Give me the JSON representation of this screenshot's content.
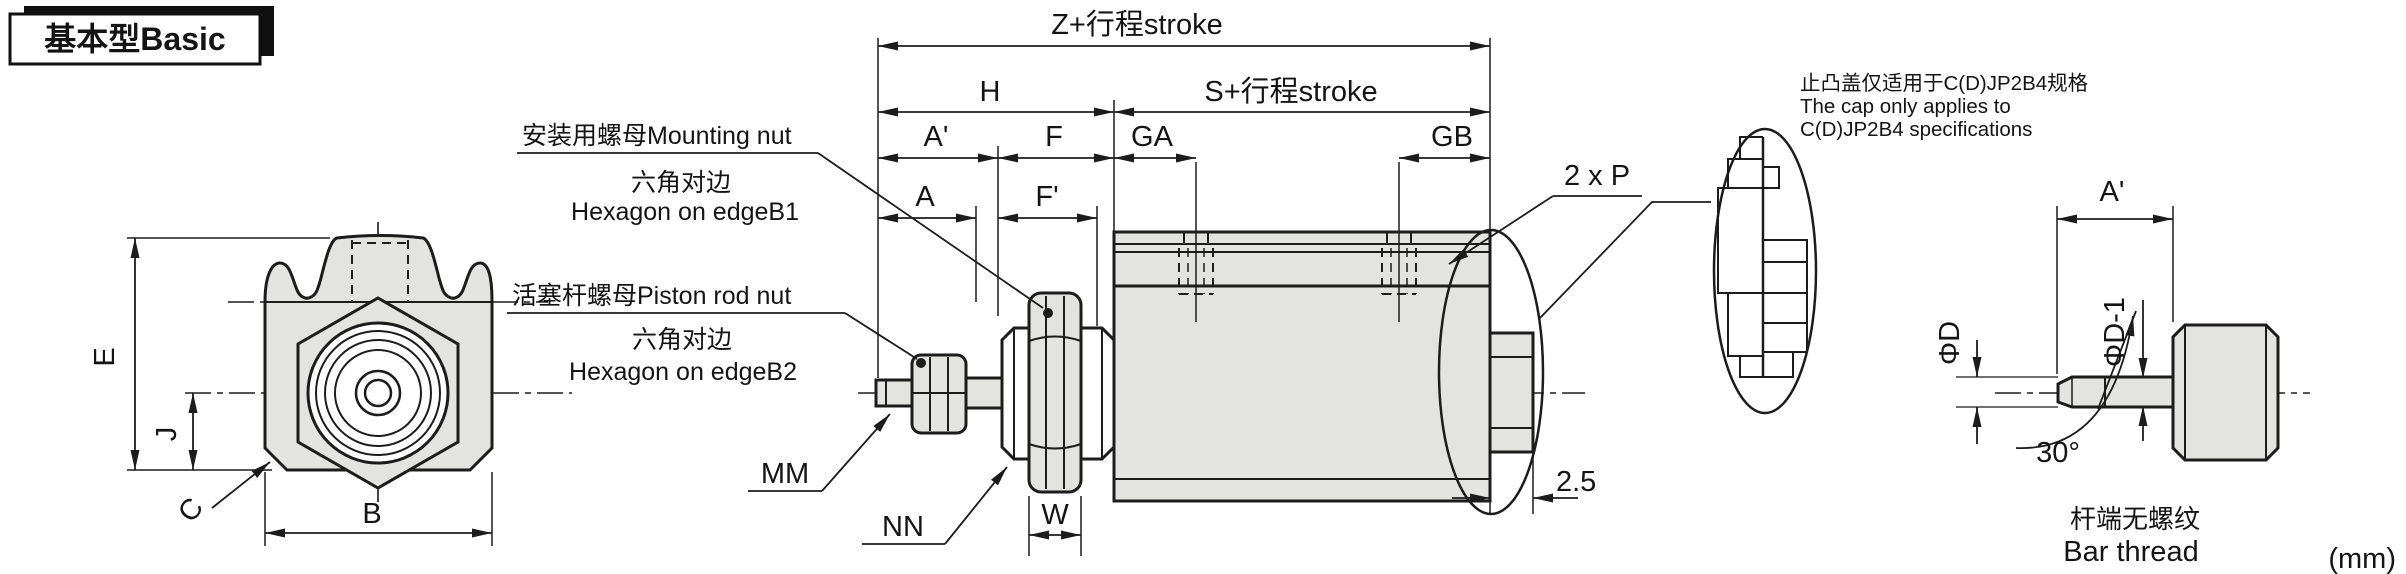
{
  "title": "基本型Basic",
  "unit": "(mm)",
  "dims": {
    "z": "Z+行程stroke",
    "h": "H",
    "s": "S+行程stroke",
    "a_prime": "A'",
    "f": "F",
    "ga": "GA",
    "gb": "GB",
    "a": "A",
    "f_prime": "F'",
    "w": "W",
    "mm": "MM",
    "nn": "NN",
    "two_p": "2 x P",
    "cap_thickness": "2.5",
    "e": "E",
    "j": "J",
    "c": "C",
    "b": "B"
  },
  "callouts": {
    "mounting_nut": "安装用螺母Mounting nut",
    "mounting_hex_cn": "六角对边",
    "mounting_hex_en": "Hexagon on edgeB1",
    "piston_nut": "活塞杆螺母Piston rod nut",
    "piston_hex_cn": "六角对边",
    "piston_hex_en": "Hexagon on edgeB2"
  },
  "cap_note": {
    "line1": "止凸盖仅适用于C(D)JP2B4规格",
    "line2": "The cap only applies to",
    "line3": "C(D)JP2B4 specifications"
  },
  "rod_detail": {
    "a_prime": "A'",
    "d": "ΦD",
    "d1": "ΦD-1",
    "angle": "30°",
    "caption_cn": "杆端无螺纹",
    "caption_en": "Bar thread"
  },
  "colors": {
    "line": "#1c1c1c",
    "part_fill": "#e3e4e1",
    "bg": "#ffffff"
  }
}
